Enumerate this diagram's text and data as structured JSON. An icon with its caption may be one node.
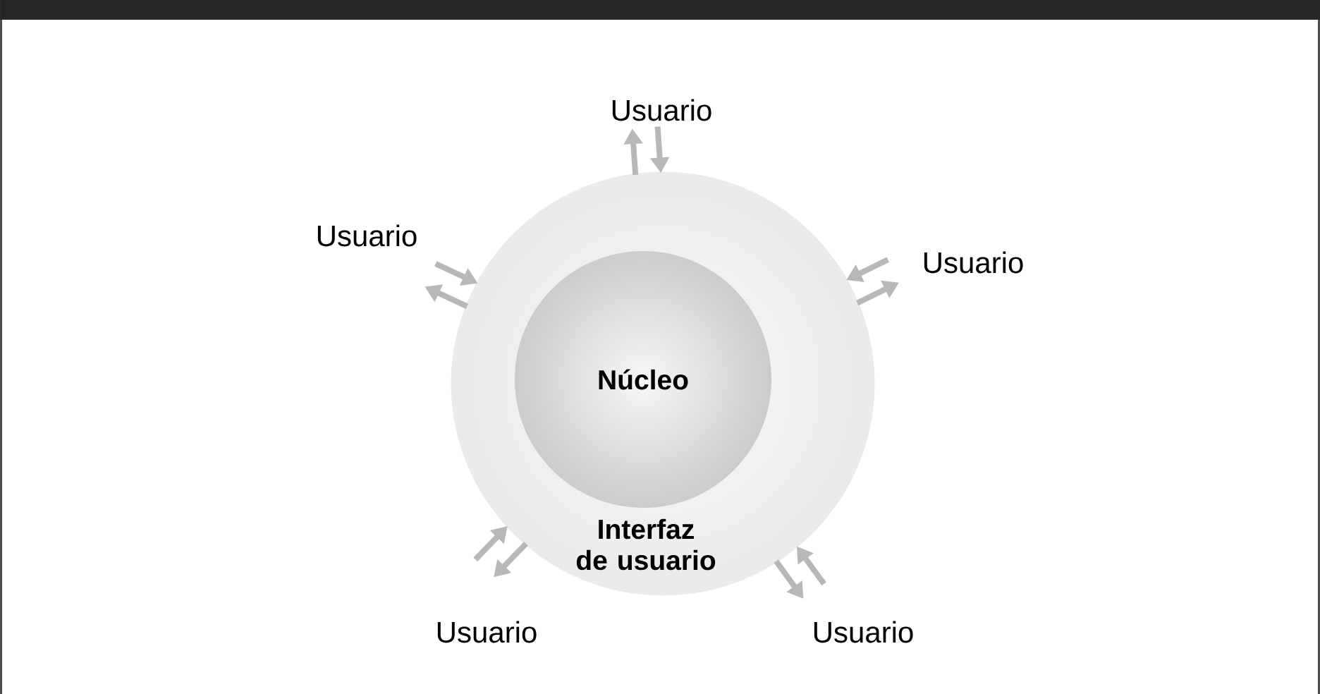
{
  "diagram": {
    "nodes": [
      {
        "text": [
          "Interfaz de usuario"
        ]
      },
      {
        "text": [
          "Núcleo"
        ],
        "in": 0
      },
      {
        "text": [
          "Usuario"
        ]
      },
      {
        "text": [
          "Usuario"
        ]
      },
      {
        "text": [
          "Usuario"
        ]
      },
      {
        "text": [
          "Usuario"
        ]
      },
      {
        "text": [
          "Usuario"
        ]
      }
    ],
    "edges": [
      {
        "from": 0,
        "to": 2,
        "arrow": "to"
      },
      {
        "from": 2,
        "to": 0,
        "arrow": "to"
      },
      {
        "from": 3,
        "to": 0,
        "arrow": "to"
      },
      {
        "from": 0,
        "to": 3,
        "arrow": "to"
      },
      {
        "from": 4,
        "to": 0,
        "arrow": "to"
      },
      {
        "from": 0,
        "to": 4,
        "arrow": "to"
      },
      {
        "from": 5,
        "to": 0,
        "arrow": "to"
      },
      {
        "from": 0,
        "to": 5,
        "arrow": "to"
      },
      {
        "from": 0,
        "to": 6,
        "arrow": "to"
      },
      {
        "from": 6,
        "to": 0,
        "arrow": "to"
      }
    ]
  }
}
